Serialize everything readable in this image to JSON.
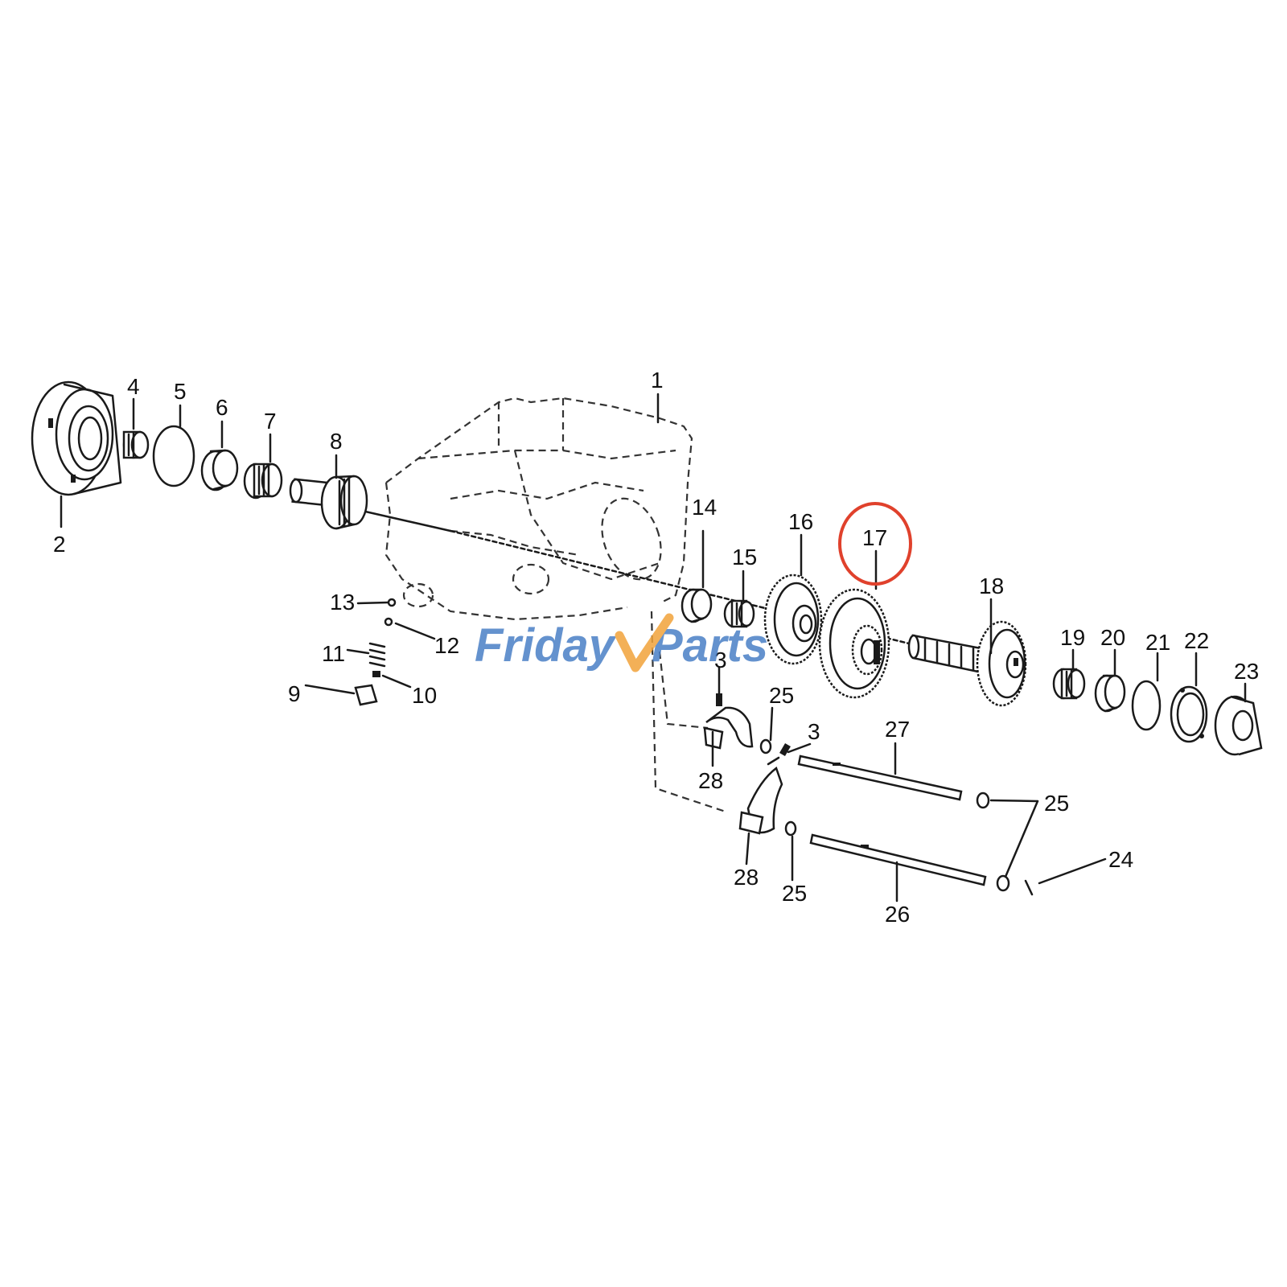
{
  "colors": {
    "ink": "#1a1a1a",
    "highlight": "#e0412c",
    "watermark_blue": "#4a7fc6",
    "watermark_orange": "#f2a33a"
  },
  "watermark": {
    "part1": "Friday",
    "part2": "Parts"
  },
  "callouts": {
    "c1": "1",
    "c2": "2",
    "c3a": "3",
    "c3b": "3",
    "c4": "4",
    "c5": "5",
    "c6": "6",
    "c7": "7",
    "c8": "8",
    "c9": "9",
    "c10": "10",
    "c11": "11",
    "c12": "12",
    "c13": "13",
    "c14": "14",
    "c15": "15",
    "c16": "16",
    "c17": "17",
    "c18": "18",
    "c19": "19",
    "c20": "20",
    "c21": "21",
    "c22": "22",
    "c23": "23",
    "c24": "24",
    "c25a": "25",
    "c25b": "25",
    "c25c": "25",
    "c26": "26",
    "c27": "27",
    "c28a": "28",
    "c28b": "28"
  },
  "highlighted_part": "17"
}
